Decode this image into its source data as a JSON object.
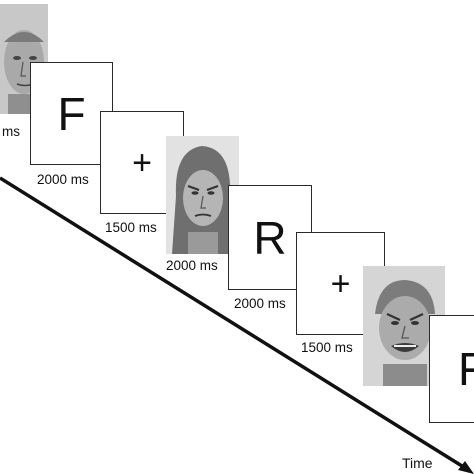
{
  "frames": [
    {
      "kind": "face",
      "expression": "neutral",
      "duration_label": "ms"
    },
    {
      "kind": "letter",
      "symbol": "F",
      "duration_label": "2000 ms"
    },
    {
      "kind": "fixation",
      "symbol": "+",
      "duration_label": "1500 ms"
    },
    {
      "kind": "face",
      "expression": "angry",
      "duration_label": "2000 ms"
    },
    {
      "kind": "letter",
      "symbol": "R",
      "duration_label": "2000 ms"
    },
    {
      "kind": "fixation",
      "symbol": "+",
      "duration_label": "1500 ms"
    },
    {
      "kind": "face",
      "expression": "angry-snarl"
    },
    {
      "kind": "letter",
      "symbol": "F"
    }
  ],
  "axis": {
    "label": "Time"
  },
  "colors": {
    "frame_border": "#2a2a2a",
    "axis": "#111111",
    "photo_bg": "#bdbdbd"
  }
}
